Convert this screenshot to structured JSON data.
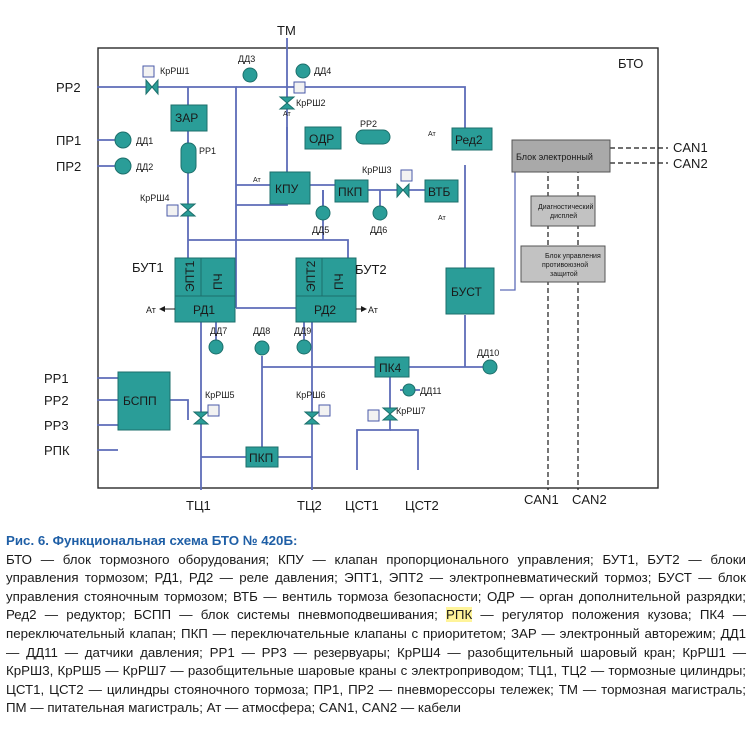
{
  "diagram": {
    "frame_title": "БТО",
    "inputs": {
      "tm": "ТМ",
      "pp2_top": "РР2",
      "pr1": "ПР1",
      "pr2": "ПР2",
      "pp1": "РР1",
      "pp2": "РР2",
      "pp3": "РР3",
      "rpk": "РПК"
    },
    "outputs": {
      "tc1": "ТЦ1",
      "tc2": "ТЦ2",
      "cst1": "ЦСТ1",
      "cst2": "ЦСТ2",
      "can1_bottom": "CAN1",
      "can2_bottom": "CAN2",
      "can1_right": "CAN1",
      "can2_right": "CAN2"
    },
    "blocks": {
      "zar": "ЗАР",
      "odr": "ОДР",
      "red2": "Ред2",
      "kpu": "КПУ",
      "pkp_mid": "ПКП",
      "vtb": "ВТБ",
      "ept1": "ЭПТ1",
      "pch1": "ПЧ",
      "rd1": "РД1",
      "ept2": "ЭПТ2",
      "pch2": "ПЧ",
      "rd2": "РД2",
      "bust": "БУСТ",
      "pk4": "ПК4",
      "bspp": "БСПП",
      "pkp_low": "ПКП",
      "electronic": "Блок электронный",
      "display": "Диагностический дисплей",
      "antiskid": "Блок управления противоюзной защитой"
    },
    "unit_labels": {
      "but1": "БУТ1",
      "but2": "БУТ2"
    },
    "reservoirs": {
      "pp1": "РР1",
      "pp2": "РР2"
    },
    "sensors": {
      "dd1": "ДД1",
      "dd2": "ДД2",
      "dd3": "ДД3",
      "dd4": "ДД4",
      "dd5": "ДД5",
      "dd6": "ДД6",
      "dd7": "ДД7",
      "dd8": "ДД8",
      "dd9": "ДД9",
      "dd10": "ДД10",
      "dd11": "ДД11"
    },
    "valves": {
      "krsh1": "КрРШ1",
      "krsh2": "КрРШ2",
      "krsh3": "КрРШ3",
      "krsh4": "КрРШ4",
      "krsh5": "КрРШ5",
      "krsh6": "КрРШ6",
      "krsh7": "КрРШ7"
    },
    "atmosphere": "Ат"
  },
  "caption": {
    "title": "Рис. 6. Функциональная схема БТО № 420Б:",
    "body_before": "БТО — блок тормозного оборудования; КПУ — клапан пропорционального управления; БУТ1, БУТ2 — блоки управления тормозом; РД1, РД2 — реле давления; ЭПТ1, ЭПТ2 — электропневматический тормоз; БУСТ — блок управления стояночным тормозом; ВТБ — вентиль тормоза безопасности; ОДР — орган дополнительной разрядки; Ред2 — редуктор; БСПП — блок системы пневмоподвешивания; ",
    "highlight": "РПК",
    "body_after": " — регулятор положения кузова; ПК4 — переключательный клапан; ПКП — переключательные клапаны с приоритетом; ЗАР — электронный авторежим; ДД1 — ДД11 — датчики давления; РР1 — РР3 — резервуары; КрРШ4 — разобщительный шаровый кран; КрРШ1 — КрРШ3, КрРШ5 — КрРШ7 — разобщительные шаровые краны с электроприводом; ТЦ1, ТЦ2 — тормозные цилиндры; ЦСТ1, ЦСТ2 — цилиндры стояночного тормоза; ПР1, ПР2 — пневморессоры тележек; ТМ — тормозная магистраль; ПМ — питательная магистраль; Ат — атмосфера; CAN1, CAN2 — кабели"
  }
}
